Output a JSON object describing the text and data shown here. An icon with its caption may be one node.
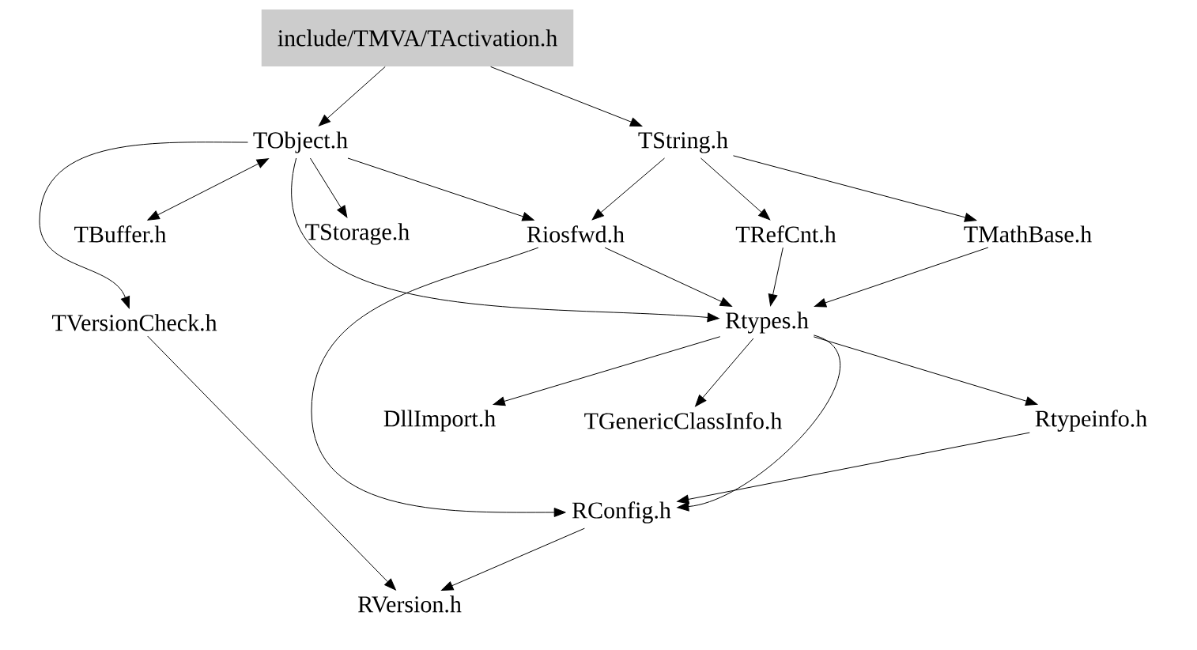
{
  "diagram": {
    "nodes": [
      {
        "text": [
          "include/TMVA/TActivation.h"
        ]
      },
      {
        "text": [
          "TObject.h"
        ]
      },
      {
        "text": [
          "TString.h"
        ]
      },
      {
        "text": [
          "TBuffer.h"
        ]
      },
      {
        "text": [
          "TStorage.h"
        ]
      },
      {
        "text": [
          "Riosfwd.h"
        ]
      },
      {
        "text": [
          "TRefCnt.h"
        ]
      },
      {
        "text": [
          "TMathBase.h"
        ]
      },
      {
        "text": [
          "TVersionCheck.h"
        ]
      },
      {
        "text": [
          "Rtypes.h"
        ]
      },
      {
        "text": [
          "DllImport.h"
        ]
      },
      {
        "text": [
          "TGenericClassInfo.h"
        ]
      },
      {
        "text": [
          "Rtypeinfo.h"
        ]
      },
      {
        "text": [
          "RConfig.h"
        ]
      },
      {
        "text": [
          "RVersion.h"
        ]
      }
    ],
    "edges": [
      {
        "from": 0,
        "to": 1,
        "arrow": "to"
      },
      {
        "from": 0,
        "to": 2,
        "arrow": "to"
      },
      {
        "from": 1,
        "to": 3,
        "arrow": "both"
      },
      {
        "from": 1,
        "to": 4,
        "arrow": "to"
      },
      {
        "from": 1,
        "to": 5,
        "arrow": "to"
      },
      {
        "from": 1,
        "to": 8,
        "arrow": "to"
      },
      {
        "from": 1,
        "to": 9,
        "arrow": "to"
      },
      {
        "from": 2,
        "to": 5,
        "arrow": "to"
      },
      {
        "from": 2,
        "to": 6,
        "arrow": "to"
      },
      {
        "from": 2,
        "to": 7,
        "arrow": "to"
      },
      {
        "from": 5,
        "to": 9,
        "arrow": "to"
      },
      {
        "from": 5,
        "to": 13,
        "arrow": "to"
      },
      {
        "from": 6,
        "to": 9,
        "arrow": "to"
      },
      {
        "from": 7,
        "to": 9,
        "arrow": "to"
      },
      {
        "from": 8,
        "to": 14,
        "arrow": "to"
      },
      {
        "from": 9,
        "to": 10,
        "arrow": "to"
      },
      {
        "from": 9,
        "to": 11,
        "arrow": "to"
      },
      {
        "from": 9,
        "to": 12,
        "arrow": "to"
      },
      {
        "from": 9,
        "to": 13,
        "arrow": "to"
      },
      {
        "from": 12,
        "to": 13,
        "arrow": "to"
      },
      {
        "from": 13,
        "to": 14,
        "arrow": "to"
      }
    ]
  }
}
